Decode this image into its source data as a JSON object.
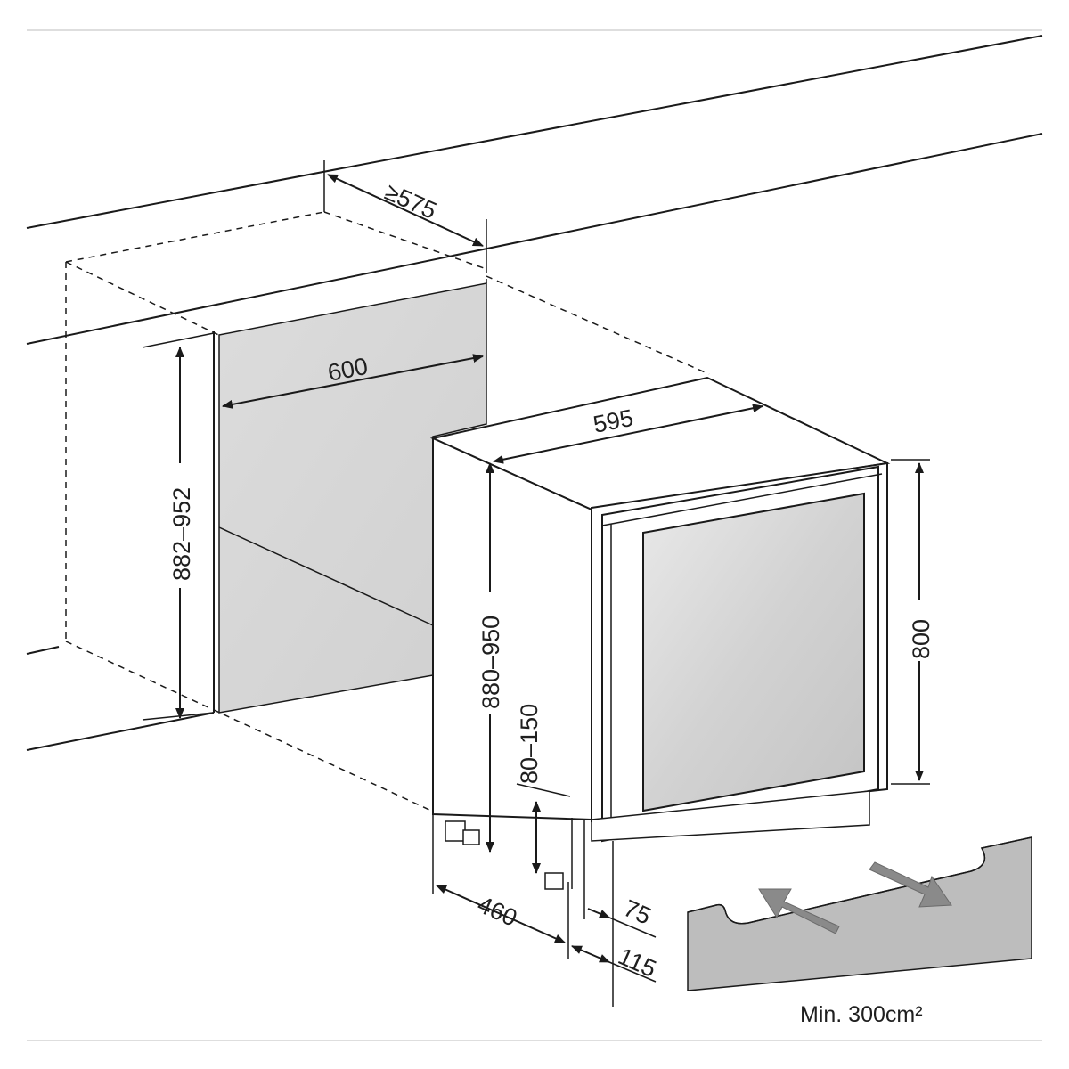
{
  "dimensions": {
    "depth_min": "≥575",
    "niche_width": "600",
    "niche_height": "882–952",
    "unit_width": "595",
    "unit_height": "880–950",
    "door_height": "800",
    "plinth_height": "80–150",
    "foot_depth": "460",
    "door_offset": "75",
    "plinth_offset": "115"
  },
  "ventilation": {
    "caption": "Min. 300cm²"
  },
  "colors": {
    "line": "#1a1a1a",
    "niche_fill": "#d9d9d9",
    "glass_fill": "#d6d6d6",
    "plinth_fill": "#bdbdbd",
    "arrow_fill": "#8a8a8a"
  }
}
